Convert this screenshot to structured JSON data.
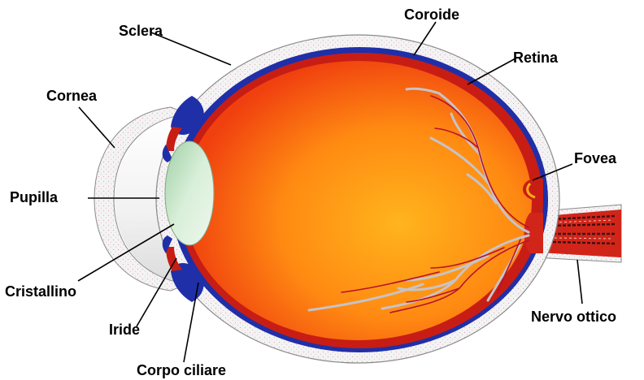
{
  "labels": {
    "sclera": "Sclera",
    "coroide": "Coroide",
    "retina": "Retina",
    "cornea": "Cornea",
    "fovea": "Fovea",
    "pupilla": "Pupilla",
    "cristallino": "Cristallino",
    "iride": "Iride",
    "nervo_ottico": "Nervo ottico",
    "corpo_ciliare": "Corpo ciliare"
  },
  "colors": {
    "sclera": "#f4f3f4",
    "sclera_stipple": "#d9a9b8",
    "choroid": "#1f2fa8",
    "retina": "#c81d14",
    "vitreous_center": "#ffad1a",
    "vitreous_edge": "#f23a0f",
    "lens": "#c7e6c9",
    "vessel_light": "#c6c3c8",
    "vessel_dark": "#b8122a",
    "optic_nerve": "#d22519"
  }
}
